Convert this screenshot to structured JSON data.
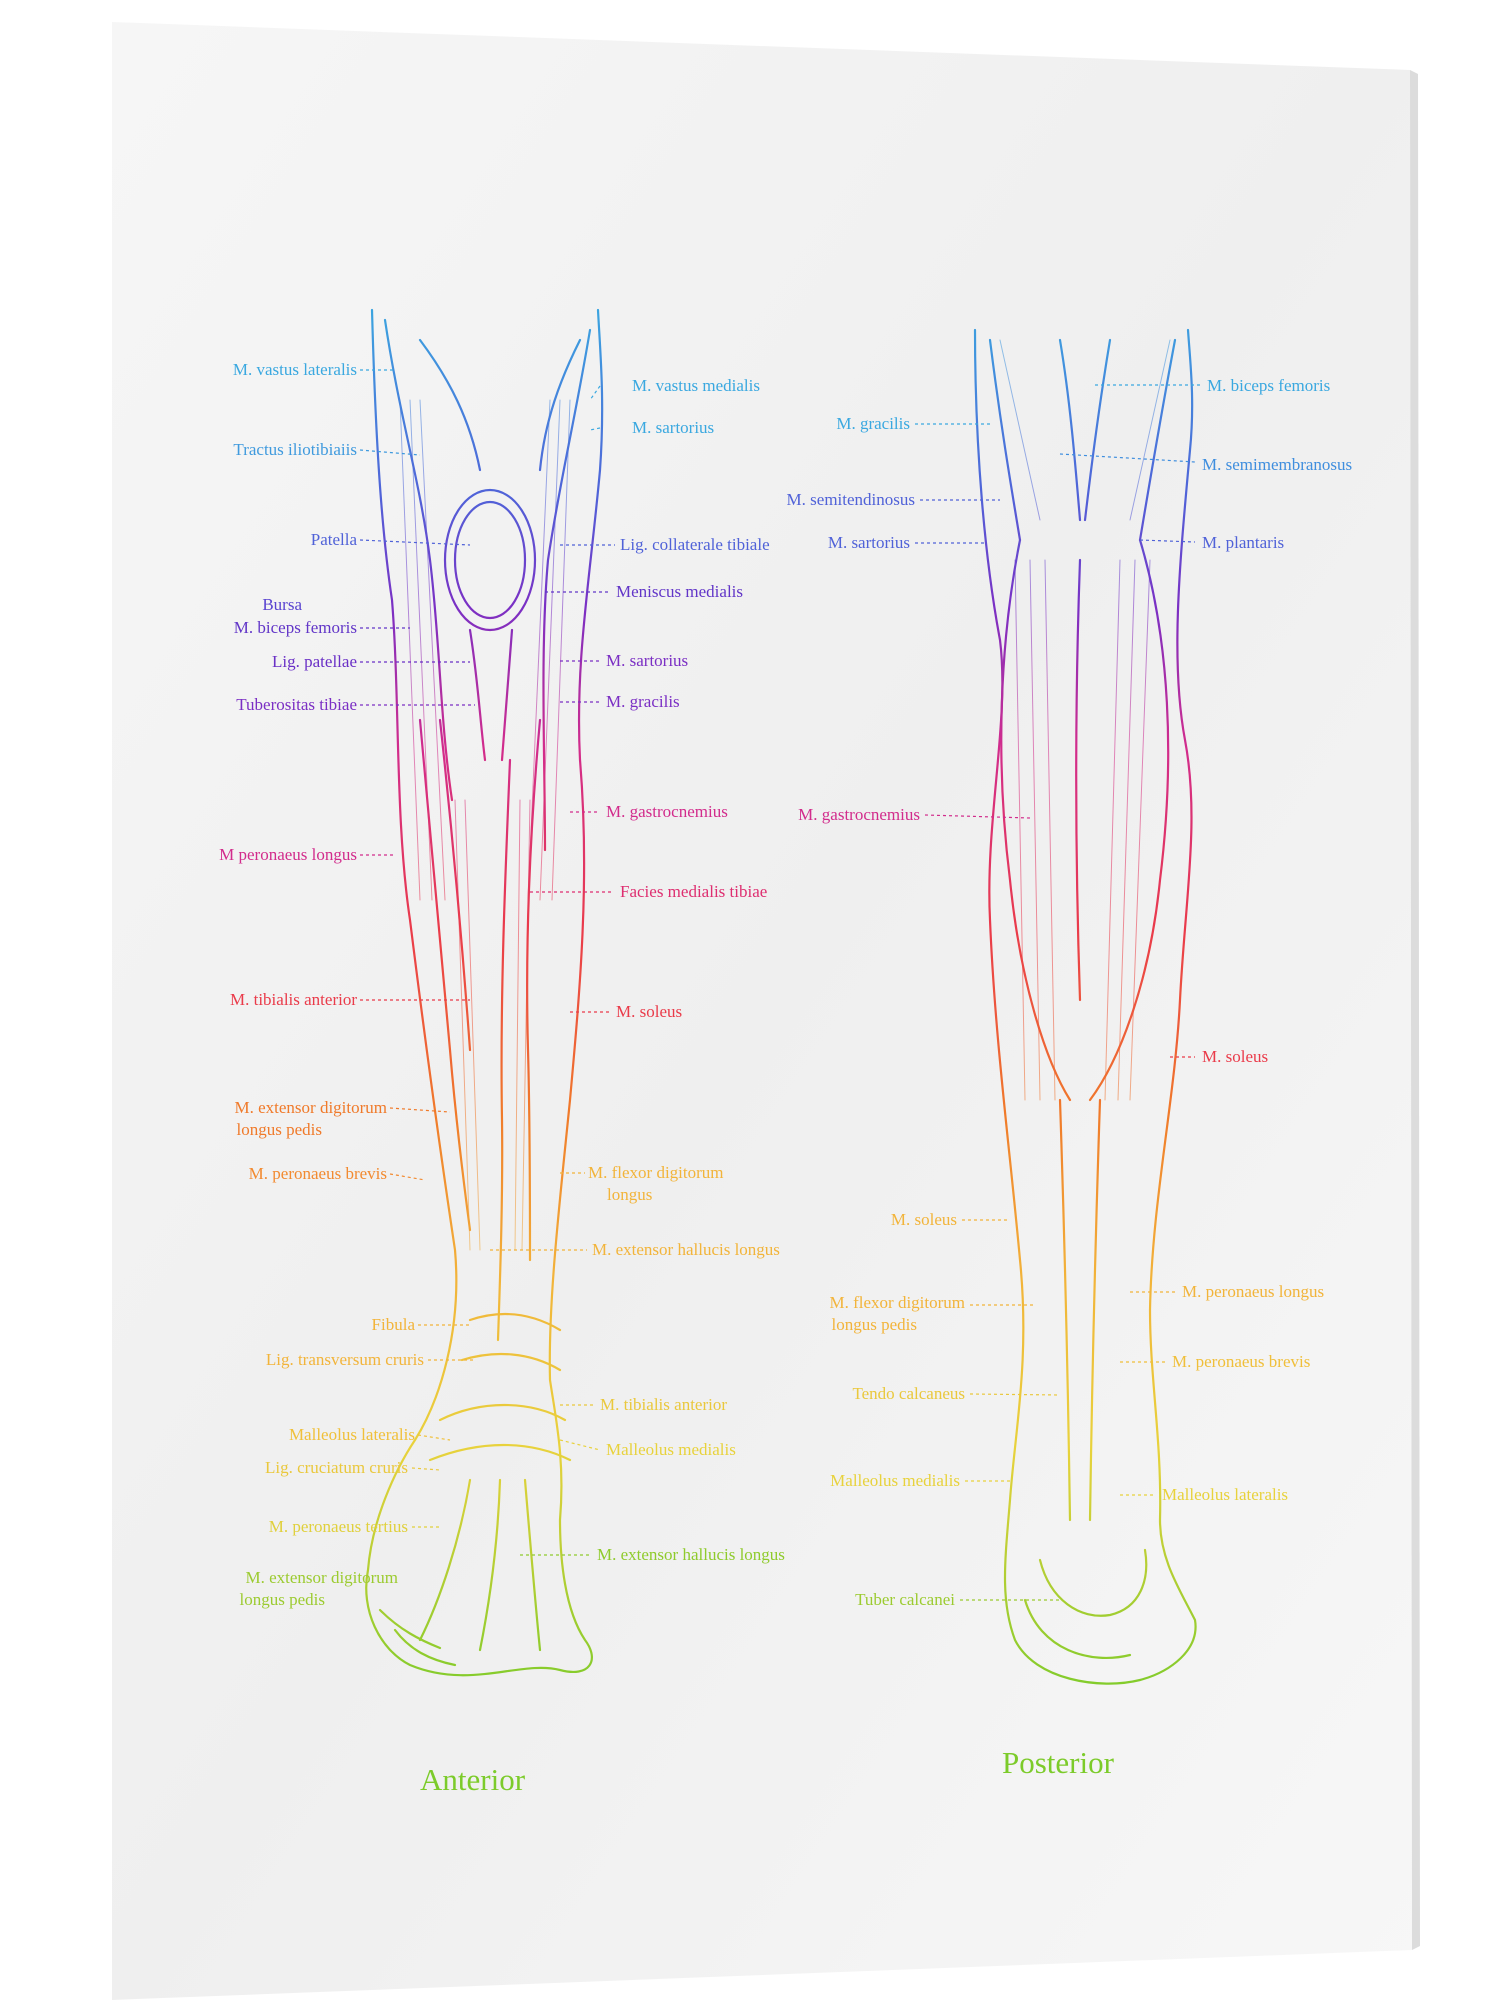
{
  "captions": {
    "anterior": "Anterior",
    "posterior": "Posterior"
  },
  "gradient": [
    "#3aa8e0",
    "#5062d8",
    "#7b2fc4",
    "#d22c8c",
    "#ea3b4a",
    "#f07a2a",
    "#f2b43a",
    "#e8d23c",
    "#7ccb2a"
  ],
  "anterior": {
    "left": [
      {
        "text": "M. vastus lateralis"
      },
      {
        "text": "Tractus iliotibiaiis"
      },
      {
        "text": "Patella"
      },
      {
        "text": "Bursa"
      },
      {
        "text": "M. biceps femoris"
      },
      {
        "text": "Lig. patellae"
      },
      {
        "text": "Tuberositas tibiae"
      },
      {
        "text": "M peronaeus longus"
      },
      {
        "text": "M. tibialis anterior"
      },
      {
        "text": "M. extensor digitorum"
      },
      {
        "text": "longus pedis"
      },
      {
        "text": "M. peronaeus brevis"
      },
      {
        "text": "Fibula"
      },
      {
        "text": "Lig. transversum cruris"
      },
      {
        "text": "Malleolus lateralis"
      },
      {
        "text": "Lig. cruciatum cruris"
      },
      {
        "text": "M. peronaeus tertius"
      },
      {
        "text": "M. extensor digitorum"
      },
      {
        "text": "longus pedis"
      }
    ],
    "right": [
      {
        "text": "M. vastus medialis"
      },
      {
        "text": "M. sartorius"
      },
      {
        "text": "Lig. collaterale tibiale"
      },
      {
        "text": "Meniscus medialis"
      },
      {
        "text": "M. sartorius"
      },
      {
        "text": "M. gracilis"
      },
      {
        "text": "M. gastrocnemius"
      },
      {
        "text": "Facies medialis tibiae"
      },
      {
        "text": "M. soleus"
      },
      {
        "text": "M. flexor digitorum"
      },
      {
        "text": "longus"
      },
      {
        "text": "M. extensor hallucis longus"
      },
      {
        "text": "M. tibialis anterior"
      },
      {
        "text": "Malleolus medialis"
      },
      {
        "text": "M. extensor hallucis longus"
      }
    ]
  },
  "posterior": {
    "left": [
      {
        "text": "M. gracilis"
      },
      {
        "text": "M. semitendinosus"
      },
      {
        "text": "M. sartorius"
      },
      {
        "text": "M. gastrocnemius"
      },
      {
        "text": "M. soleus"
      },
      {
        "text": "M. flexor digitorum"
      },
      {
        "text": "longus pedis"
      },
      {
        "text": "Tendo calcaneus"
      },
      {
        "text": "Malleolus medialis"
      },
      {
        "text": "Tuber calcanei"
      }
    ],
    "right": [
      {
        "text": "M. biceps femoris"
      },
      {
        "text": "M. semimembranosus"
      },
      {
        "text": "M. plantaris"
      },
      {
        "text": "M. soleus"
      },
      {
        "text": "M. peronaeus longus"
      },
      {
        "text": "M. peronaeus brevis"
      },
      {
        "text": "Malleolus lateralis"
      }
    ]
  }
}
